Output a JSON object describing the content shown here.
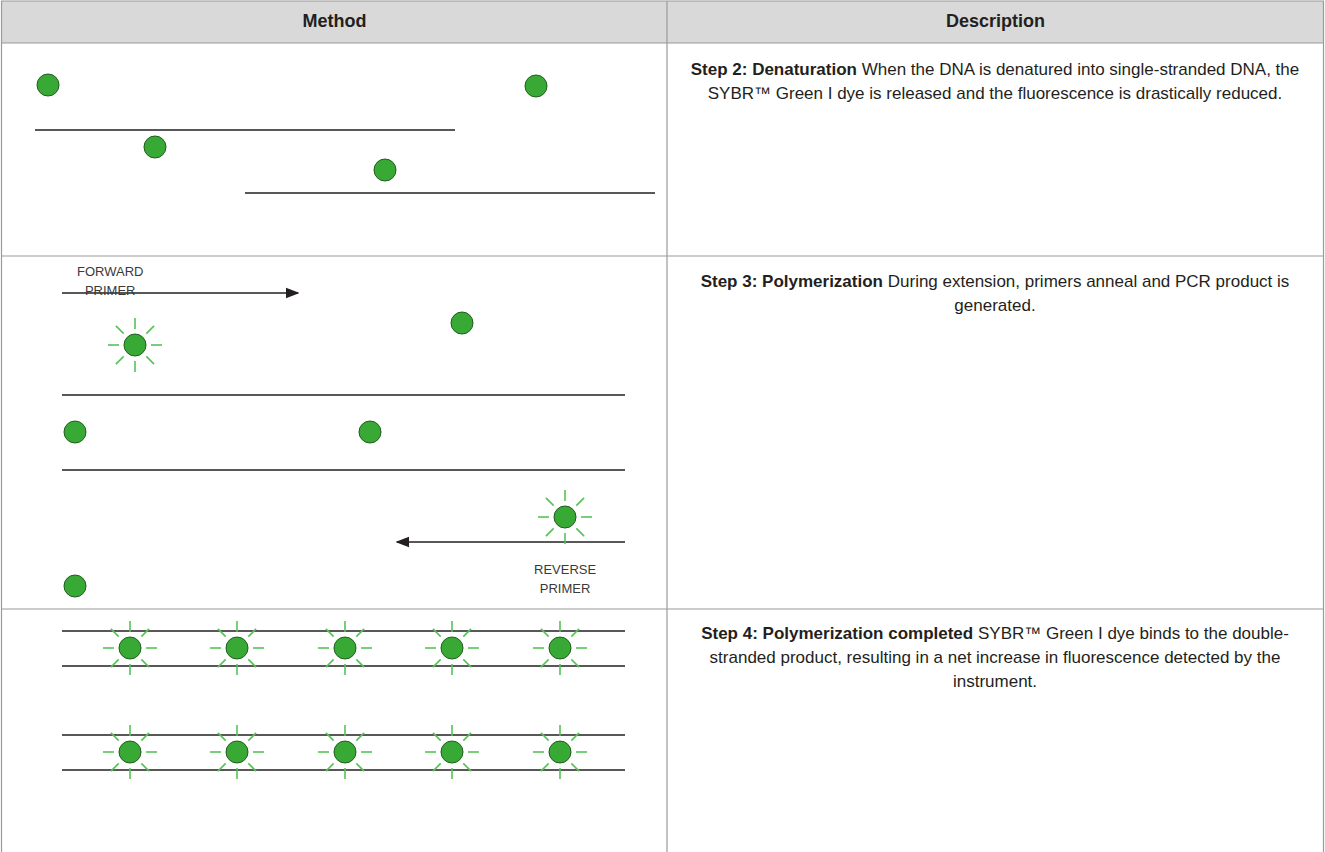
{
  "diagram": {
    "labels": [
      "Method",
      "Description",
      "Step 2: Denaturation",
      "When the DNA is denatured into single-stranded DNA, the SYBR™ Green I dye is released and the fluorescence is drastically reduced.",
      "FORWARD PRIMER",
      "REVERSE PRIMER",
      "Step 3: Polymerization",
      "During extension, primers anneal and PCR product is generated.",
      "Step 4: Polymerization completed",
      "SYBR™ Green I dye binds to the double-stranded product, resulting in a net increase in fluorescence detected by the instrument."
    ]
  }
}
